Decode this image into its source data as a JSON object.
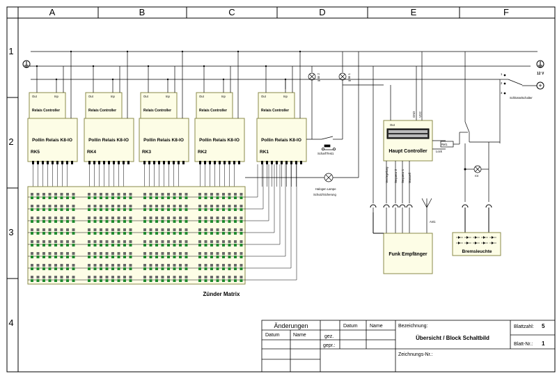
{
  "grid": {
    "columns": [
      "A",
      "B",
      "C",
      "D",
      "E",
      "F"
    ],
    "rows": [
      "1",
      "2",
      "3",
      "4"
    ]
  },
  "power": {
    "supply_label": "12 V",
    "pos_terminal_symbol": "+",
    "switch_positions": [
      "1",
      "2",
      "3"
    ],
    "key_switch_label": "Schlüsselschalter"
  },
  "relais_modules": [
    {
      "id": "RK5",
      "title": "Pollin Relais K8-IO",
      "controller": "Relais Controller",
      "out": "Out",
      "inp": "Inp"
    },
    {
      "id": "RK4",
      "title": "Pollin Relais K8-IO",
      "controller": "Relais Controller",
      "out": "Out",
      "inp": "Inp"
    },
    {
      "id": "RK3",
      "title": "Pollin Relais K8-IO",
      "controller": "Relais Controller",
      "out": "Out",
      "inp": "Inp"
    },
    {
      "id": "RK2",
      "title": "Pollin Relais K8-IO",
      "controller": "Relais Controller",
      "out": "Out",
      "inp": "Inp"
    },
    {
      "id": "RK1",
      "title": "Pollin Relais K8-IO",
      "controller": "Relais Controller",
      "out": "Out",
      "inp": "Inp"
    }
  ],
  "indicators": {
    "lamp1": "grün 2",
    "lamp2": "grün 1",
    "scharf_test": "Scharf/Test1",
    "halogen_1": "Halogen Lampe",
    "halogen_2": "Schutz/Sicherung",
    "rot": "rot"
  },
  "haupt_controller": {
    "title": "Haupt Controller",
    "out": "Out",
    "gnd": "GND",
    "vcc": "VCC",
    "rel": "Rel1",
    "lock": "Lock",
    "inputs": [
      "Verriegelung",
      "Sequenz 2",
      "Sequenz 1",
      "Manuell"
    ]
  },
  "funk": {
    "title": "Funk Empfänger",
    "antenna": "Ant1"
  },
  "brems": {
    "title": "Bremsleuchte"
  },
  "matrix": {
    "title": "Zünder Matrix"
  },
  "title_block": {
    "aenderungen": "Änderungen",
    "datum": "Datum",
    "name": "Name",
    "gez": "gez.",
    "gepr": "gepr.:",
    "datum2": "Datum",
    "name2": "Name",
    "bezeichnung_label": "Bezeichnung:",
    "bezeichnung": "Übersicht / Block Schaltbild",
    "zeichnungs_nr_label": "Zeichnungs-Nr.:",
    "blattzahl_label": "Blattzahl:",
    "blattzahl": "5",
    "blatt_nr_label": "Blatt-Nr.:",
    "blatt_nr": "1"
  },
  "colors": {
    "module_fill": "#fdfde6",
    "module_stroke": "#8a8a4a",
    "fuse_green": "#1f8a2e",
    "fuse_grey": "#6a6a6a",
    "line": "#000000"
  }
}
